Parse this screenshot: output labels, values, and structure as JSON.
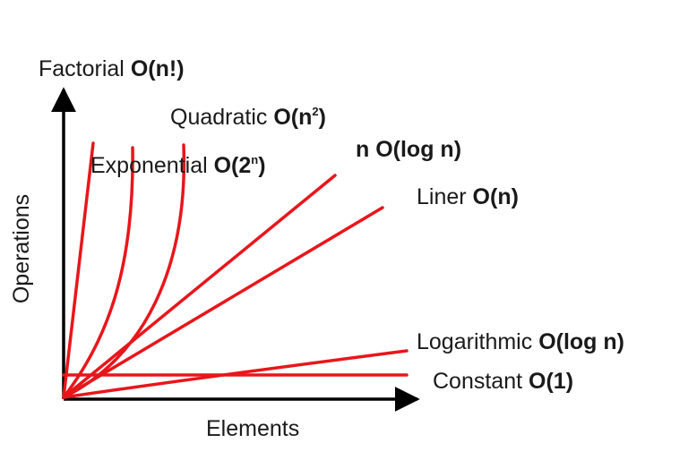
{
  "axes": {
    "x_label": "Elements",
    "y_label": "Operations"
  },
  "curve_color": "#e8161b",
  "axis_color": "#000000",
  "curves": [
    {
      "id": "factorial",
      "name": "Factorial",
      "notation_base": "O(n!)",
      "notation_sup": "",
      "notation_tail": ""
    },
    {
      "id": "quadratic",
      "name": "Quadratic",
      "notation_base": "O(n",
      "notation_sup": "2",
      "notation_tail": ")"
    },
    {
      "id": "exponential",
      "name": "Exponential",
      "notation_base": "O(2",
      "notation_sup": "n",
      "notation_tail": ")"
    },
    {
      "id": "nlogn",
      "name": "",
      "notation_base": "n O(log n)",
      "notation_sup": "",
      "notation_tail": ""
    },
    {
      "id": "linear",
      "name": "Liner",
      "notation_base": "O(n)",
      "notation_sup": "",
      "notation_tail": ""
    },
    {
      "id": "logarithmic",
      "name": "Logarithmic",
      "notation_base": "O(log n)",
      "notation_sup": "",
      "notation_tail": ""
    },
    {
      "id": "constant",
      "name": "Constant",
      "notation_base": "O(1)",
      "notation_sup": "",
      "notation_tail": ""
    }
  ]
}
